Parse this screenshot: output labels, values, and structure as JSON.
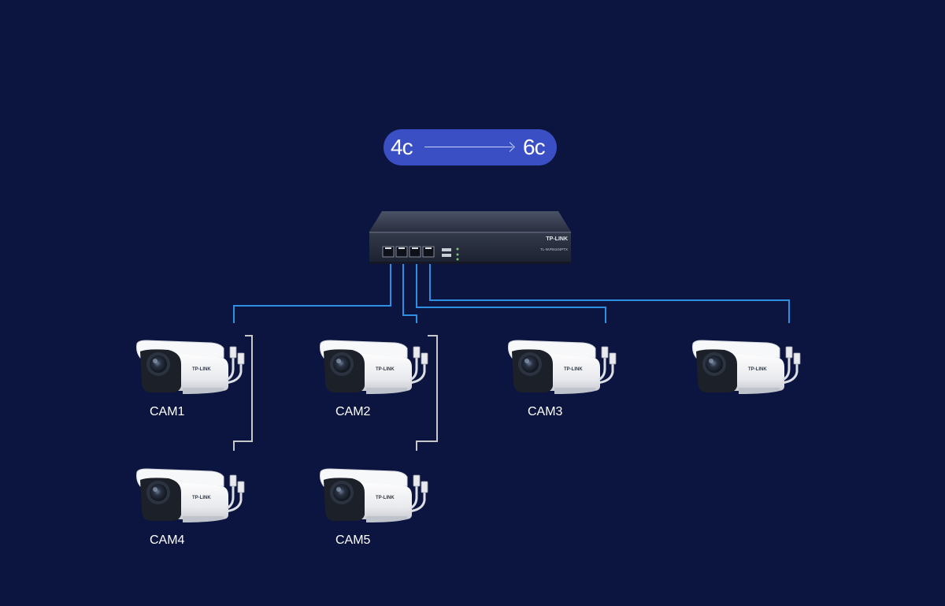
{
  "badge": {
    "from": "4c",
    "to": "6c"
  },
  "switch": {
    "brand": "TP-LINK",
    "model": "TL-NVR6104PTX"
  },
  "cameras": [
    {
      "label": "CAM1",
      "brand": "TP-LINK"
    },
    {
      "label": "CAM2",
      "brand": "TP-LINK"
    },
    {
      "label": "CAM3",
      "brand": "TP-LINK"
    },
    {
      "label": "",
      "brand": "TP-LINK"
    },
    {
      "label": "CAM4",
      "brand": "TP-LINK"
    },
    {
      "label": "CAM5",
      "brand": "TP-LINK"
    }
  ],
  "colors": {
    "background": "#0c1540",
    "badge": "#3a4fc4",
    "uplink_cable": "#2f8fe0",
    "cascade_cable": "#c8c8c8"
  }
}
